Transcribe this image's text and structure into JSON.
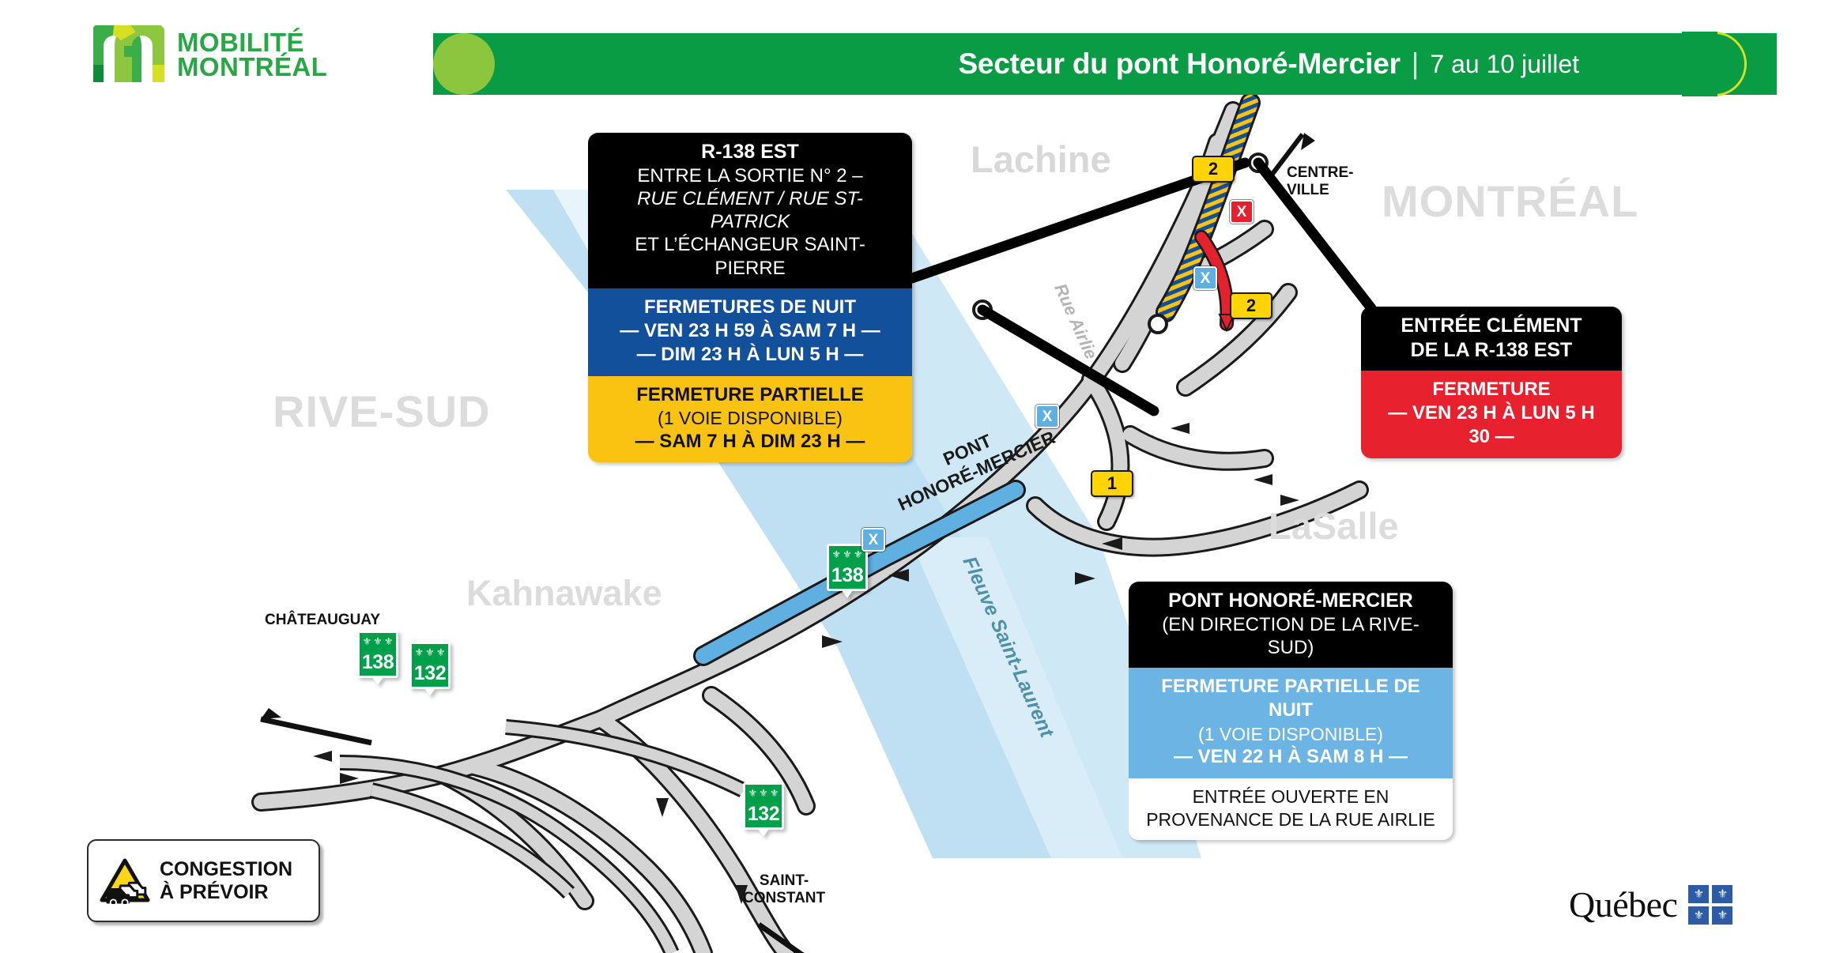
{
  "logo": {
    "line1": "MOBILITÉ",
    "line2": "MONTRÉAL",
    "mark": "mobilite-montreal-m-icon"
  },
  "header": {
    "title": "Secteur du pont Honoré-Mercier",
    "separator": "|",
    "date_range": "7 au 10 juillet",
    "band_color": "#0A9B45",
    "accent_color": "#8CC63E",
    "circle_color": "#D7DF23"
  },
  "map": {
    "places": {
      "lachine": "Lachine",
      "montreal": "MONTRÉAL",
      "rive_sud": "RIVE-SUD",
      "lasalle": "LaSalle",
      "kahnawake": "Kahnawake"
    },
    "river_label": "Fleuve Saint-Laurent",
    "street_label": "Rue Airlie",
    "bridge_label_line1": "PONT",
    "bridge_label_line2": "HONORÉ-MERCIER",
    "directions": {
      "chateauguay": "CHÂTEAUGUAY",
      "saint_constant_line1": "SAINT-",
      "saint_constant_line2": "CONSTANT",
      "centre_ville_line1": "CENTRE-",
      "centre_ville_line2": "VILLE"
    },
    "shields": [
      {
        "number": "138",
        "name": "route-shield-138-interchange"
      },
      {
        "number": "138",
        "name": "route-shield-138-west"
      },
      {
        "number": "132",
        "name": "route-shield-132-west"
      },
      {
        "number": "132",
        "name": "route-shield-132-south"
      }
    ],
    "exit_tabs": [
      {
        "number": "2",
        "name": "exit-tab-2-north"
      },
      {
        "number": "2",
        "name": "exit-tab-2-east"
      },
      {
        "number": "1",
        "name": "exit-tab-1"
      }
    ],
    "closure_markers": [
      {
        "symbol": "X",
        "type": "full",
        "color": "#E3222E"
      },
      {
        "symbol": "X",
        "type": "partial",
        "color": "#5FAFE0"
      },
      {
        "symbol": "X",
        "type": "partial",
        "color": "#5FAFE0"
      },
      {
        "symbol": "X",
        "type": "partial",
        "color": "#5FAFE0"
      }
    ],
    "colors": {
      "road": "#D4D4D4",
      "road_outline": "#1a1a1a",
      "water": "#BFE0F2",
      "bridge": "#5FAFE0",
      "closure_stripe_a": "#12509B",
      "closure_stripe_b": "#FBC311"
    }
  },
  "callouts": {
    "r138": {
      "name": "callout-r138-est",
      "title": "R-138 EST",
      "subtitle1": "ENTRE LA SORTIE N° 2 –",
      "subtitle2": "RUE CLÉMENT / RUE ST-PATRICK",
      "subtitle3": "ET L’ÉCHANGEUR SAINT-PIERRE",
      "blue_title": "FERMETURES DE NUIT",
      "blue_line1": "— VEN 23 H 59 À SAM 7 H —",
      "blue_line2": "— DIM 23 H À LUN 5 H —",
      "yellow_title": "FERMETURE PARTIELLE",
      "yellow_line1": "(1 VOIE DISPONIBLE)",
      "yellow_line2": "— SAM 7 H À DIM 23 H —"
    },
    "clement": {
      "name": "callout-entree-clement",
      "title1": "ENTRÉE CLÉMENT",
      "title2": "DE LA R-138 EST",
      "red_title": "FERMETURE",
      "red_line1": "— VEN 23 H À LUN 5 H 30 —"
    },
    "pont": {
      "name": "callout-pont-honore-mercier",
      "title": "PONT HONORÉ-MERCIER",
      "subtitle": "(EN DIRECTION DE LA RIVE-SUD)",
      "blue_title": "FERMETURE PARTIELLE DE NUIT",
      "blue_line1": "(1 VOIE DISPONIBLE)",
      "blue_line2": "— VEN 22 H À SAM 8 H —",
      "white_line1": "ENTRÉE OUVERTE EN",
      "white_line2": "PROVENANCE DE LA RUE AIRLIE"
    }
  },
  "congestion": {
    "icon": "traffic-congestion-warning-icon",
    "line1": "CONGESTION",
    "line2": "À PRÉVOIR"
  },
  "quebec": {
    "wordmark": "Québec",
    "flag_icon": "quebec-fleur-de-lis-flag-icon"
  }
}
